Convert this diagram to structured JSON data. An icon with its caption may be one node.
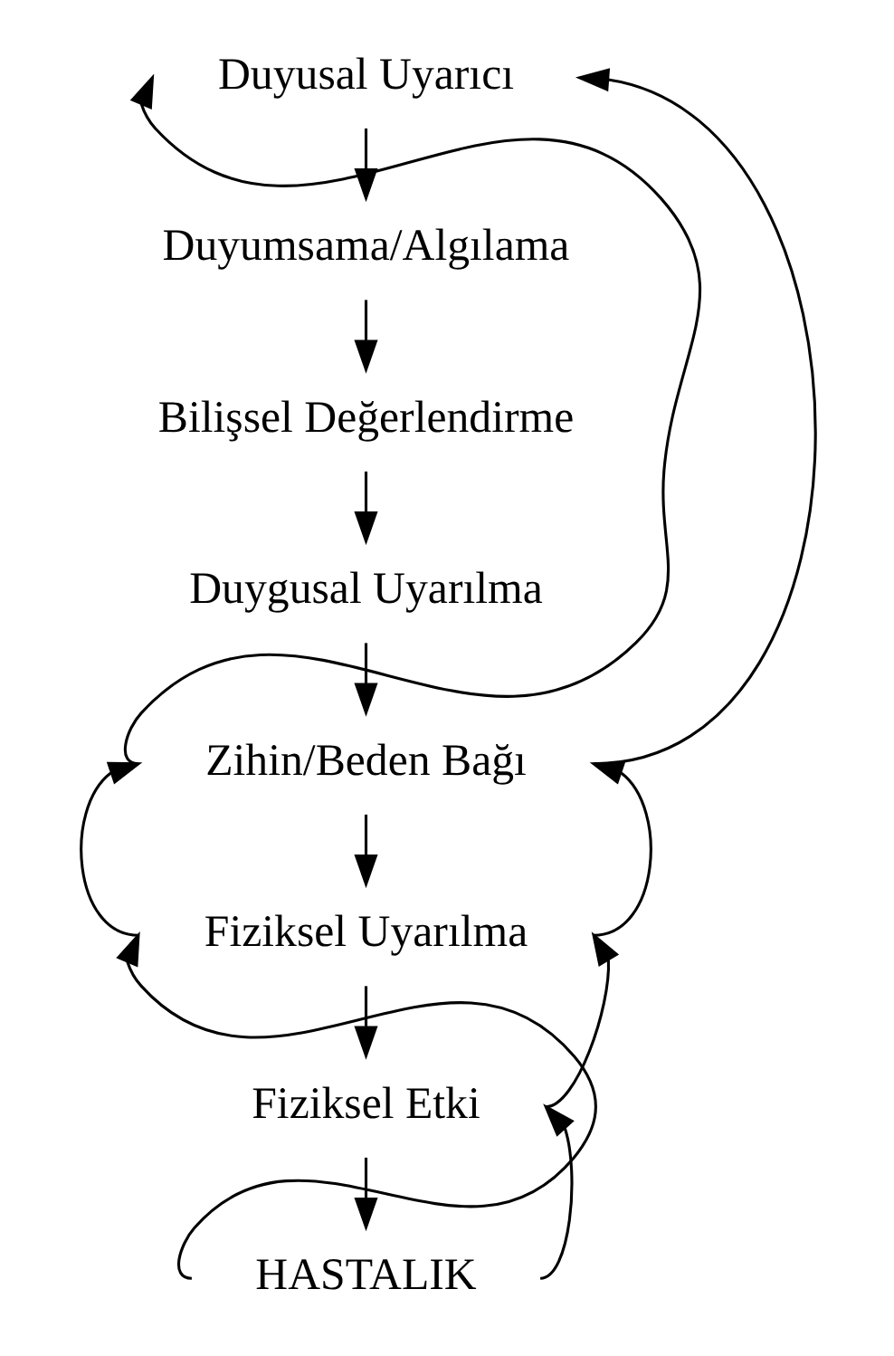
{
  "diagram": {
    "nodes": [
      {
        "text": [
          "Duyusal Uyarıcı"
        ]
      },
      {
        "text": [
          "Duyumsama/Algılama"
        ]
      },
      {
        "text": [
          "Bilişsel Değerlendirme"
        ]
      },
      {
        "text": [
          "Duygusal Uyarılma"
        ]
      },
      {
        "text": [
          "Zihin/Beden Bağı"
        ]
      },
      {
        "text": [
          "Fiziksel Uyarılma"
        ]
      },
      {
        "text": [
          "Fiziksel Etki"
        ]
      },
      {
        "text": [
          "HASTALIK"
        ]
      }
    ],
    "edges": [
      {
        "from": 0,
        "to": 1,
        "arrow": "to"
      },
      {
        "from": 1,
        "to": 2,
        "arrow": "to"
      },
      {
        "from": 2,
        "to": 3,
        "arrow": "to"
      },
      {
        "from": 3,
        "to": 4,
        "arrow": "to"
      },
      {
        "from": 4,
        "to": 5,
        "arrow": "to"
      },
      {
        "from": 5,
        "to": 6,
        "arrow": "to"
      },
      {
        "from": 6,
        "to": 7,
        "arrow": "to"
      },
      {
        "from": 7,
        "to": 5,
        "arrow": "to"
      },
      {
        "from": 5,
        "to": 4,
        "arrow": "to"
      },
      {
        "from": 4,
        "to": 0,
        "arrow": "to"
      },
      {
        "from": 7,
        "to": 6,
        "arrow": "to"
      },
      {
        "from": 6,
        "to": 5,
        "arrow": "to"
      },
      {
        "from": 5,
        "to": 4,
        "arrow": "to"
      },
      {
        "from": 4,
        "to": 0,
        "arrow": "to"
      }
    ]
  }
}
